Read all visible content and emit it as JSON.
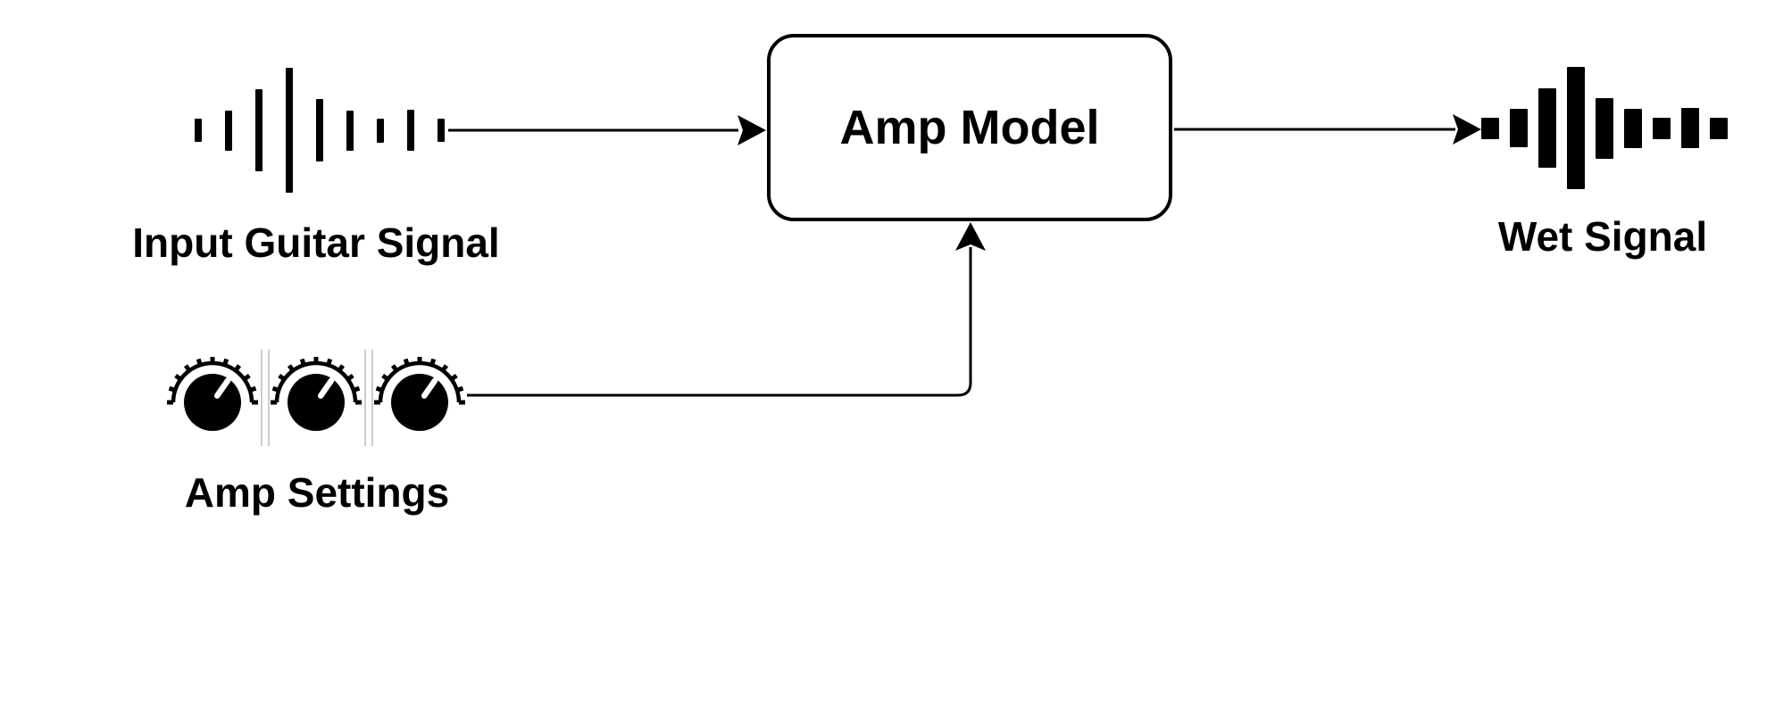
{
  "diagram": {
    "colors": {
      "background": "#ffffff",
      "ink": "#000000",
      "knob_pointer": "#ffffff",
      "separator": "#cccccc"
    },
    "nodes": {
      "input_signal": {
        "label": "Input Guitar Signal",
        "icon": "waveform-thin-bars"
      },
      "amp_model": {
        "label": "Amp Model",
        "shape": "rounded-rectangle"
      },
      "wet_signal": {
        "label": "Wet Signal",
        "icon": "waveform-thick-bars"
      },
      "amp_settings": {
        "label": "Amp Settings",
        "icon": "dial-knobs",
        "knob_count": 3
      }
    },
    "waveforms": {
      "input_bar_heights": [
        26,
        45,
        92,
        140,
        70,
        45,
        27,
        46,
        26
      ],
      "wet_bar_heights": [
        24,
        43,
        89,
        137,
        68,
        44,
        24,
        45,
        24
      ]
    },
    "edges": [
      {
        "from": "input_signal",
        "to": "amp_model",
        "style": "straight-arrow"
      },
      {
        "from": "amp_model",
        "to": "wet_signal",
        "style": "straight-arrow"
      },
      {
        "from": "amp_settings",
        "to": "amp_model",
        "style": "elbow-arrow"
      }
    ]
  }
}
